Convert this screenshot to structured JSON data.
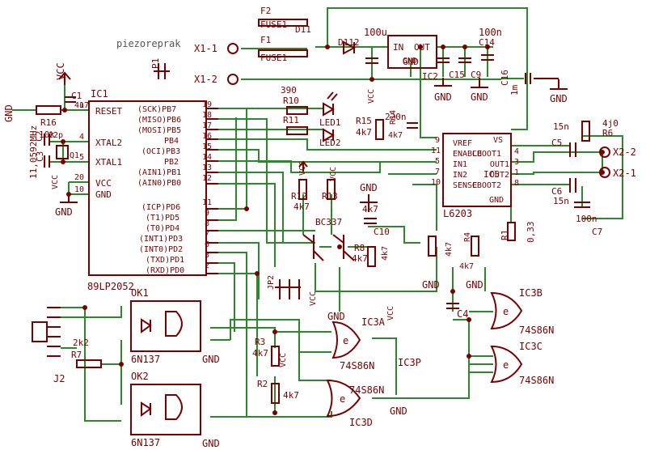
{
  "colors": {
    "wire": "#2a8a2a",
    "part": "#7a0000",
    "background": "#ffffff",
    "text": "#7a0000",
    "label_grey": "#555555"
  },
  "labels": {
    "piezo": "piezoreprak",
    "p1": "P1",
    "x11": "X1-1",
    "x12": "X1-2",
    "x21": "X2-1",
    "x22": "X2-2",
    "f1": "F1",
    "f2": "F2",
    "fuse1": "FUSE1",
    "fuse2": "FUSE1",
    "d11": "D11",
    "ic1_ref": "IC1",
    "ic1_name": "89LP2052",
    "reset": "RESET",
    "xtal2": "XTAL2",
    "xtal1": "XTAL1",
    "vcc_pin": "VCC",
    "gnd_pin": "GND",
    "pins_right": [
      "(SCK)PB7",
      "(MISO)PB6",
      "(MOSI)PB5",
      "PB4",
      "(OCI)PB3",
      "PB2",
      "(AIN1)PB1",
      "(AIN0)PB0",
      "(ICP)PD6",
      "(T1)PD5",
      "(T0)PD4",
      "(INT1)PD3",
      "(INT0)PD2",
      "(TXD)PD1",
      "(RXD)PD0"
    ],
    "pin_nums_right": [
      "19",
      "18",
      "17",
      "16",
      "15",
      "14",
      "13",
      "12",
      "11",
      "9",
      "8",
      "7",
      "6",
      "3",
      "2"
    ],
    "pin_nums_left": [
      "1",
      "4",
      "5",
      "20",
      "10"
    ],
    "r16": "R16",
    "r16_val": "10k",
    "c3": "C3",
    "c2": "C2",
    "c_val": "22p",
    "c1": "C1",
    "c1_val": "4u7",
    "crystal": "11,0592MHz",
    "q1": "Q1",
    "vcc": "VCC",
    "gnd": "GND",
    "r10": "R10",
    "r10_val": "390",
    "r11": "R11",
    "led1": "LED1",
    "led2": "LED2",
    "r15": "R15",
    "r15_val": "4k7",
    "r14": "R14",
    "r14_val": "4k7",
    "c220": "220n",
    "r12": "R12",
    "r12_val": "4k7",
    "r13": "R13",
    "t1": "BC337",
    "t2": "BC337",
    "c10": "C10",
    "c10_val": "4k7",
    "r8": "R8",
    "r8_val": "4k7",
    "r9_val": "4k7",
    "ic2": "IC2",
    "ic2_in": "IN",
    "ic2_out": "OUT",
    "ic2_gnd": "GND",
    "c100u": "100u",
    "c_d112": "D112",
    "c14": "C14",
    "c15": "C15",
    "c9": "C9",
    "c100n": "100n",
    "c16": "C16",
    "c16_val": "1m",
    "ic5": "IC5",
    "ic5_name": "L6203",
    "ic5_left": [
      "VREF",
      "ENABLE",
      "IN1",
      "IN2",
      "SENSE"
    ],
    "ic5_left_nums": [
      "9",
      "11",
      "5",
      "7",
      "10"
    ],
    "ic5_right": [
      "CBOOT1",
      "OUT1",
      "OUT2",
      "CBOOT2"
    ],
    "ic5_right_nums": [
      "4",
      "3",
      "1",
      "8"
    ],
    "ic5_vs": "VS",
    "ic5_gnd": "GND",
    "c5": "C5",
    "c6": "C6",
    "c15n": "15n",
    "r6": "R6",
    "r6_val": "4j0",
    "c7": "C7",
    "c7_val": "100n",
    "r1": "R1",
    "r1_val": "0,33",
    "r4": "R4",
    "r4_val": "4k7",
    "r5_val": "4k7",
    "ok1": "OK1",
    "ok2": "OK2",
    "opto": "6N137",
    "j2": "J2",
    "r7": "R7",
    "r7_val": "2k2",
    "jp2": "JP2",
    "r3": "R3",
    "r3_val": "4k7",
    "r2": "R2",
    "r2_val": "4k7",
    "ic3a": "IC3A",
    "ic3b": "IC3B",
    "ic3c": "IC3C",
    "ic3d": "IC3D",
    "ic3p": "IC3P",
    "gate_part": "74S86N",
    "gate_sym": "e",
    "c4": "C4"
  }
}
